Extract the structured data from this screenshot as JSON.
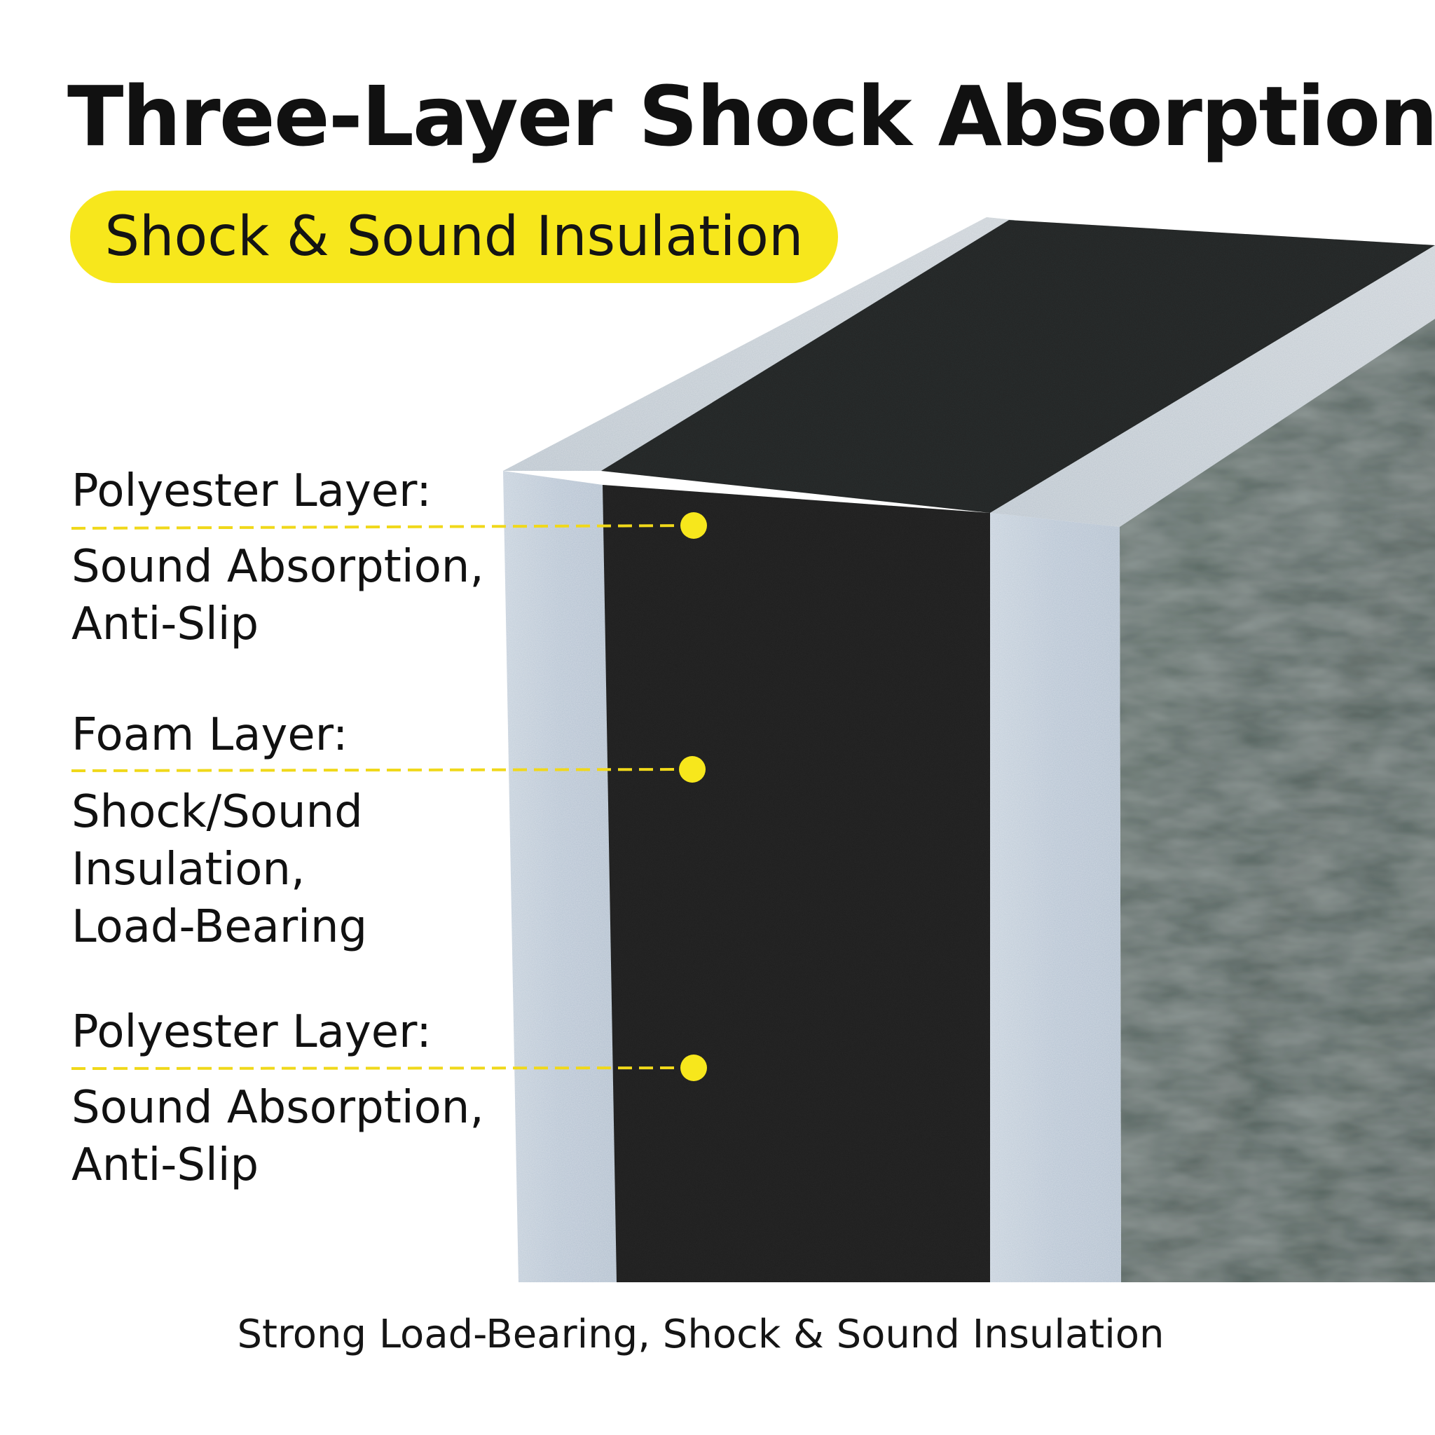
{
  "title": "Three-Layer Shock Absorption",
  "badge": "Shock & Sound Insulation",
  "colors": {
    "accent_yellow": "#f7e71c",
    "text": "#111111",
    "polyester_layer": "#b9c6d6",
    "foam_layer": "#2a2c2b",
    "side_face": "#55645f"
  },
  "layers": [
    {
      "label": "Polyester Layer:",
      "description": [
        "Sound Absorption,",
        "Anti-Slip"
      ]
    },
    {
      "label": "Foam Layer:",
      "description": [
        "Shock/Sound",
        "Insulation,",
        "Load-Bearing"
      ]
    },
    {
      "label": "Polyester Layer:",
      "description": [
        "Sound Absorption,",
        "Anti-Slip"
      ]
    }
  ],
  "footer": "Strong Load-Bearing, Shock & Sound Insulation"
}
